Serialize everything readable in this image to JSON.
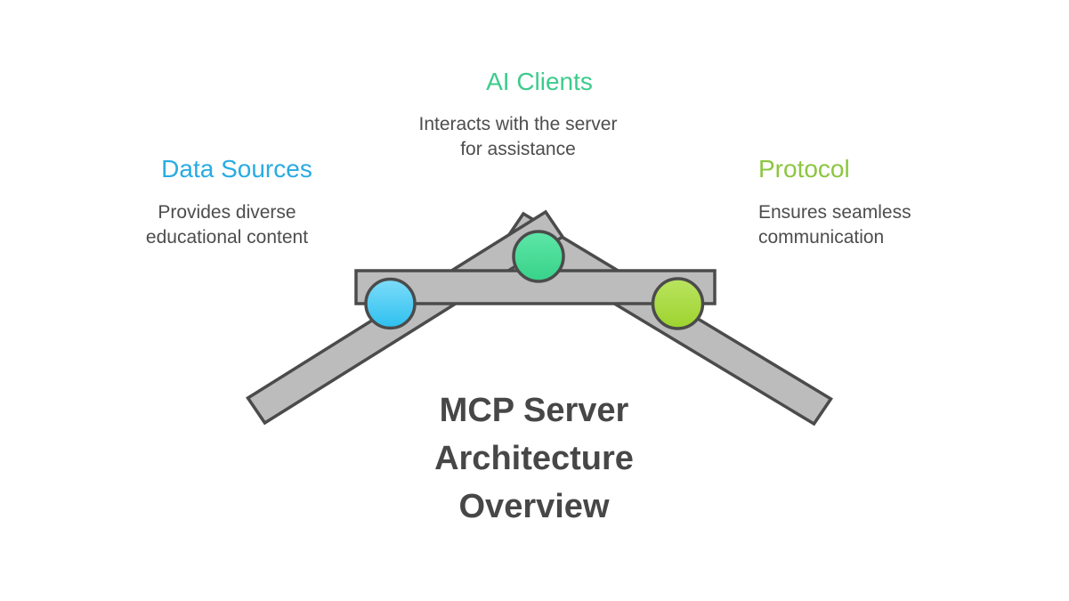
{
  "title": {
    "text": "MCP Server\nArchitecture\nOverview",
    "color": "#474747"
  },
  "nodes": {
    "ai_clients": {
      "label": "AI Clients",
      "description": "Interacts with the server\nfor assistance",
      "accent_color": "#3dcb8d",
      "circle_color_top": "#5ee6a8",
      "circle_color_bottom": "#38d289"
    },
    "data_sources": {
      "label": "Data Sources",
      "description": "Provides diverse\neducational content",
      "accent_color": "#29abe2",
      "circle_color_top": "#7edcf9",
      "circle_color_bottom": "#2cc0ef"
    },
    "protocol": {
      "label": "Protocol",
      "description": "Ensures seamless\ncommunication",
      "accent_color": "#8cc63f",
      "circle_color_top": "#b9e460",
      "circle_color_bottom": "#9ed32e"
    }
  },
  "illustration": {
    "name": "balance-seesaw",
    "plank_fill": "#bcbcbc",
    "outline_color": "#4b4b4b",
    "background_color": "#ffffff",
    "description_text_color": "#4d4d4d"
  }
}
